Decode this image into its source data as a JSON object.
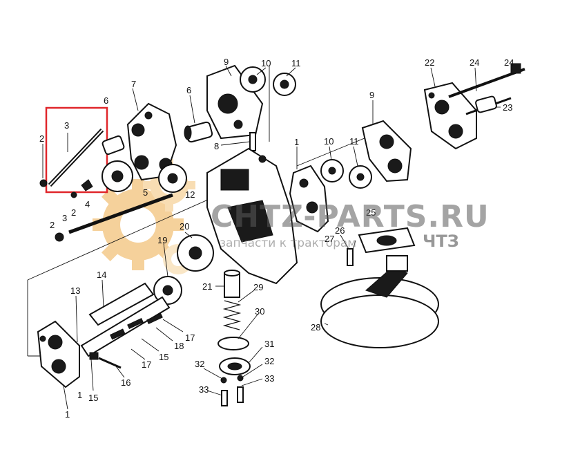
{
  "callouts": {
    "n1_a": "1",
    "n1_b": "1",
    "n1_c": "1",
    "n2_a": "2",
    "n2_b": "2",
    "n2_c": "2",
    "n3_a": "3",
    "n3_b": "3",
    "n4": "4",
    "n5": "5",
    "n6_a": "6",
    "n6_b": "6",
    "n7": "7",
    "n8": "8",
    "n9_a": "9",
    "n9_b": "9",
    "n10_a": "10",
    "n10_b": "10",
    "n11_a": "11",
    "n11_b": "11",
    "n12": "12",
    "n13": "13",
    "n14": "14",
    "n15_a": "15",
    "n15_b": "15",
    "n16": "16",
    "n17_a": "17",
    "n17_b": "17",
    "n18": "18",
    "n19": "19",
    "n20": "20",
    "n21": "21",
    "n22": "22",
    "n23": "23",
    "n24_a": "24",
    "n24_b": "24",
    "n25": "25",
    "n26": "26",
    "n27": "27",
    "n28": "28",
    "n29": "29",
    "n30": "30",
    "n31": "31",
    "n32_a": "32",
    "n32_b": "32",
    "n33_a": "33",
    "n33_b": "33"
  },
  "watermark": {
    "site": "CHTZ-PARTS.RU",
    "tagline": "запчасти к тракторам",
    "brand": "ЧТЗ"
  },
  "colors": {
    "highlight": "#e0262a",
    "gear_logo": "#f2c27a",
    "line": "#111111"
  },
  "icons": {
    "logo": "gear-logo-icon"
  }
}
